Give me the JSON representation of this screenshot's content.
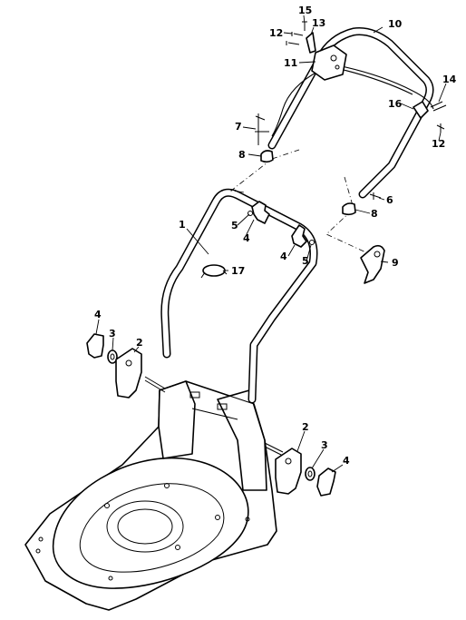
{
  "callouts": [
    {
      "id": "c15",
      "label": "15"
    },
    {
      "id": "c13",
      "label": "13"
    },
    {
      "id": "c10",
      "label": "10"
    },
    {
      "id": "c12a",
      "label": "12"
    },
    {
      "id": "c11",
      "label": "11"
    },
    {
      "id": "c14",
      "label": "14"
    },
    {
      "id": "c16",
      "label": "16"
    },
    {
      "id": "c12b",
      "label": "12"
    },
    {
      "id": "c7",
      "label": "7"
    },
    {
      "id": "c8a",
      "label": "8"
    },
    {
      "id": "c6",
      "label": "6"
    },
    {
      "id": "c8b",
      "label": "8"
    },
    {
      "id": "c1",
      "label": "1"
    },
    {
      "id": "c5a",
      "label": "5"
    },
    {
      "id": "c4a",
      "label": "4"
    },
    {
      "id": "c4b",
      "label": "4"
    },
    {
      "id": "c5b",
      "label": "5"
    },
    {
      "id": "c9",
      "label": "9"
    },
    {
      "id": "c17",
      "label": "17"
    },
    {
      "id": "c4c",
      "label": "4"
    },
    {
      "id": "c3a",
      "label": "3"
    },
    {
      "id": "c2a",
      "label": "2"
    },
    {
      "id": "c2b",
      "label": "2"
    },
    {
      "id": "c3b",
      "label": "3"
    },
    {
      "id": "c4d",
      "label": "4"
    }
  ]
}
